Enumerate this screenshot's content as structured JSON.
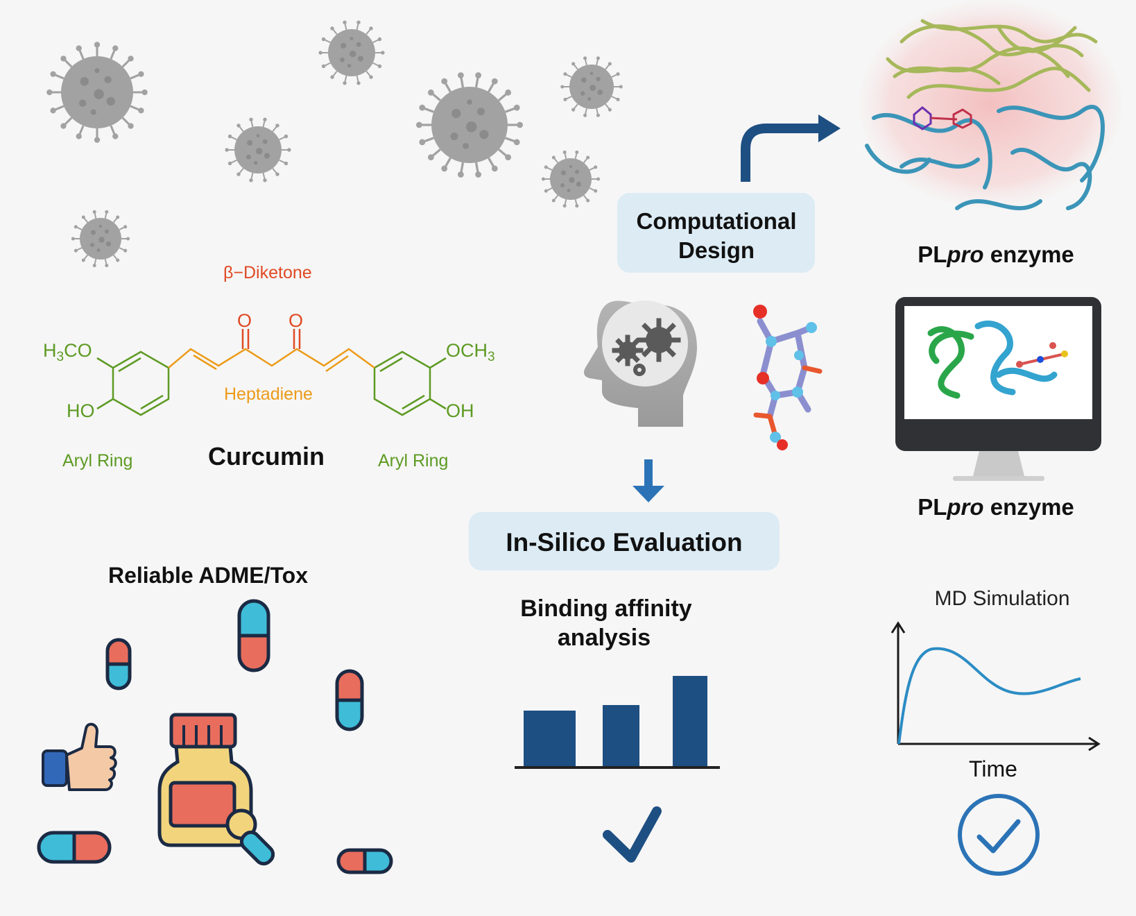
{
  "colors": {
    "virus": "#a2a2a2",
    "virus_dark": "#8b8b8b",
    "dark_blue": "#1e4f82",
    "mid_blue": "#2b73b6",
    "light_box": "#dcebf4",
    "green_label": "#5d9a23",
    "orange_label": "#ec9b19",
    "red_label": "#e04a24",
    "pill_red": "#e96d5c",
    "pill_blue": "#3fbcd8",
    "bottle_yellow": "#f2d47c",
    "outline": "#1b2a44"
  },
  "curcumin": {
    "beta_diketone": "β−Diketone",
    "heptadiene": "Heptadiene",
    "name": "Curcumin",
    "aryl_left": "Aryl Ring",
    "aryl_right": "Aryl Ring",
    "o1": "O",
    "o2": "O",
    "left_top_sub": "H3CO",
    "left_bottom_sub": "HO",
    "right_top_sub": "OCH3",
    "right_bottom_sub": "OH"
  },
  "computational": {
    "line1": "Computational",
    "line2": "Design"
  },
  "evaluation": "In-Silico Evaluation",
  "binding": {
    "line1": "Binding affinity",
    "line2": "analysis",
    "chart_data": {
      "type": "bar",
      "values": [
        80,
        88,
        130
      ]
    }
  },
  "plpro_top": {
    "prefix": "PL",
    "italic": "pro",
    "suffix": " enzyme"
  },
  "plpro_bottom": {
    "prefix": "PL",
    "italic": "pro",
    "suffix": " enzyme"
  },
  "md": {
    "title": "MD Simulation",
    "xlabel": "Time"
  },
  "adme": {
    "title": "Reliable ADME/Tox"
  },
  "icons": [
    "virus-icon",
    "protein-structure-image",
    "arrow-right-icon",
    "head-gears-icon",
    "molecule-icon",
    "arrow-down-icon",
    "monitor-icon",
    "bar-chart-icon",
    "check-icon",
    "check-circle-icon",
    "thumbs-up-icon",
    "pill-bottle-icon",
    "magnifier-icon",
    "capsule-icon"
  ]
}
